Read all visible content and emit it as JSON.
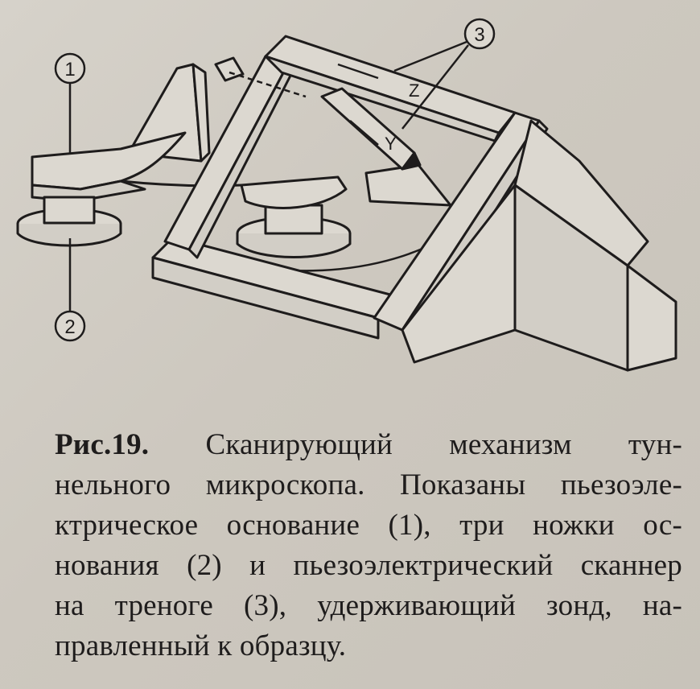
{
  "figure": {
    "callouts": [
      "1",
      "2",
      "3"
    ],
    "axis_labels": [
      "Z",
      "Y"
    ]
  },
  "caption": {
    "label": "Рис.19.",
    "line1_rest": " Сканирующий механизм тун-",
    "line2": "нельного микроскопа. Показаны пьезоэле-",
    "line3": "ктрическое основание (1), три ножки ос-",
    "line4": "нования (2) и пьезоэлектрический сканнер",
    "line5": "на треноге (3), удерживающий зонд, на-",
    "line6": "правленный к образцу."
  }
}
